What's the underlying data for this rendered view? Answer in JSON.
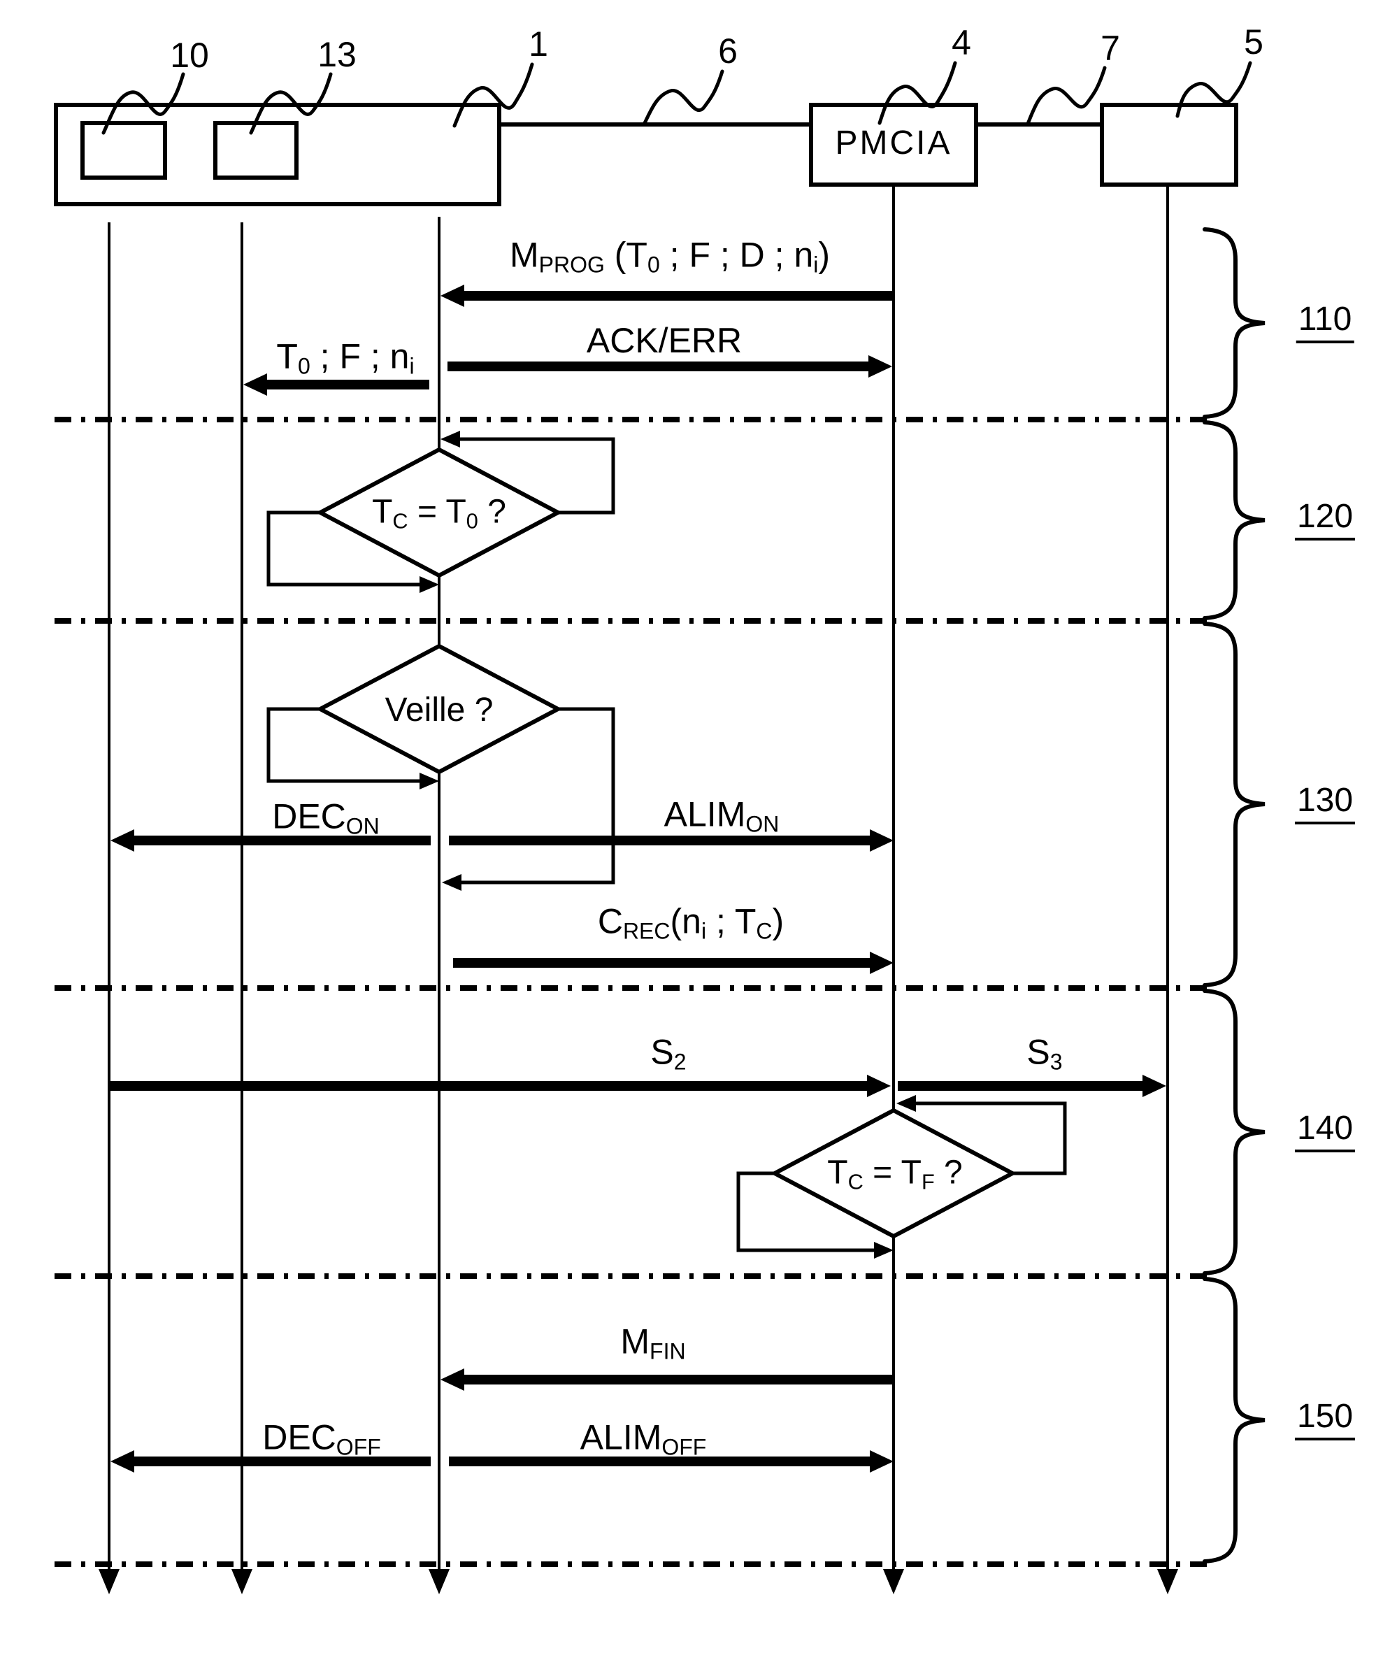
{
  "boxes": {
    "pmcia_label": "PMCIA"
  },
  "reference_numerals": {
    "n10": "10",
    "n13": "13",
    "n1": "1",
    "n6": "6",
    "n4": "4",
    "n7": "7",
    "n5": "5"
  },
  "phase_numerals": {
    "p110": "110",
    "p120": "120",
    "p130": "130",
    "p140": "140",
    "p150": "150"
  },
  "messages": {
    "mprog": {
      "p1": "M",
      "s1": "PROG",
      "p2": " (T",
      "s2": "0",
      "p3": " ; F ; D ; n",
      "s3": "i",
      "p4": ")"
    },
    "ack_err": {
      "p1": "ACK/ERR"
    },
    "t0_f_ni": {
      "p1": "T",
      "s1": "0",
      "p2": " ; F ; n",
      "s2": "i"
    },
    "dec_on": {
      "p1": "DEC",
      "s1": "ON"
    },
    "alim_on": {
      "p1": "ALIM",
      "s1": "ON"
    },
    "c_rec": {
      "p1": "C",
      "s1": "REC",
      "p2": "(n",
      "s2": "i",
      "p3": " ; T",
      "s3": "C",
      "p4": ")"
    },
    "s2": {
      "p1": "S",
      "s1": "2"
    },
    "s3": {
      "p1": "S",
      "s1": "3"
    },
    "m_fin": {
      "p1": "M",
      "s1": "FIN"
    },
    "dec_off": {
      "p1": "DEC",
      "s1": "OFF"
    },
    "alim_off": {
      "p1": "ALIM",
      "s1": "OFF"
    }
  },
  "conditions": {
    "tc_t0": {
      "p1": "T",
      "s1": "C",
      "p2": " = T",
      "s2": "0",
      "p3": " ?"
    },
    "veille": {
      "p1": "Veille ?"
    },
    "tc_tf": {
      "p1": "T",
      "s1": "C",
      "p2": " = T",
      "s2": "F",
      "p3": " ?"
    }
  },
  "colors": {
    "ink": "#000000",
    "background": "#ffffff"
  }
}
